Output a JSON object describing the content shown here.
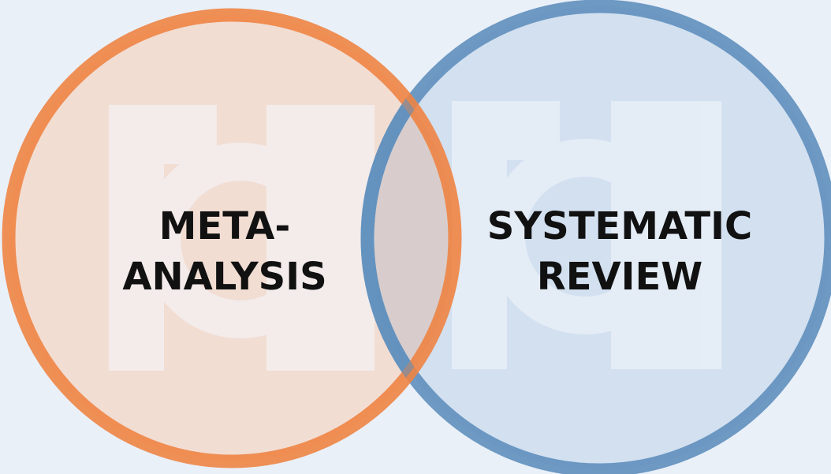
{
  "diagram": {
    "type": "venn",
    "background_color": "#eaf0f8",
    "watermark_color": "#f4f7fc",
    "sets": [
      {
        "key": "meta",
        "label_lines": [
          "META-",
          "ANALYSIS"
        ],
        "stroke_color": "#ee8444",
        "fill_color": "#f2ddd3"
      },
      {
        "key": "systematic",
        "label_lines": [
          "SYSTEMATIC",
          "REVIEW"
        ],
        "stroke_color": "#5f8fbd",
        "fill_color": "#d2e0f0"
      }
    ],
    "overlap_fill_color": "#d8cdcc"
  }
}
